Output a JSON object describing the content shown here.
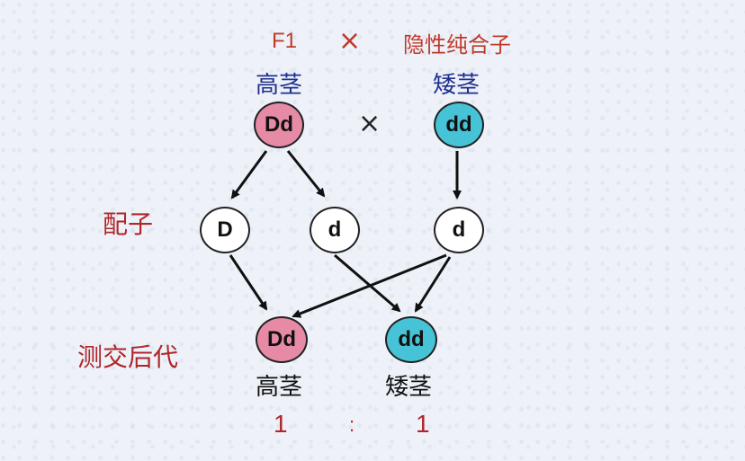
{
  "title_fragment": {
    "left": "",
    "right": ""
  },
  "header": {
    "f1": "F1",
    "cross_symbol": "×",
    "recessive": "隐性纯合子"
  },
  "parents": {
    "left": {
      "phenotype": "高茎",
      "genotype": "Dd"
    },
    "right": {
      "phenotype": "矮茎",
      "genotype": "dd"
    },
    "cross_symbol": "×"
  },
  "gametes": {
    "label": "配子",
    "items": [
      "D",
      "d",
      "d"
    ]
  },
  "offspring": {
    "label": "测交后代",
    "items": [
      {
        "genotype": "Dd",
        "phenotype": "高茎"
      },
      {
        "genotype": "dd",
        "phenotype": "矮茎"
      }
    ],
    "ratio": {
      "left": "1",
      "sep": ":",
      "right": "1"
    }
  },
  "colors": {
    "dominant_fill": "#e68aa6",
    "recessive_fill": "#46c3d6",
    "label_red": "#c0392b",
    "label_blue": "#1f2f8f"
  }
}
